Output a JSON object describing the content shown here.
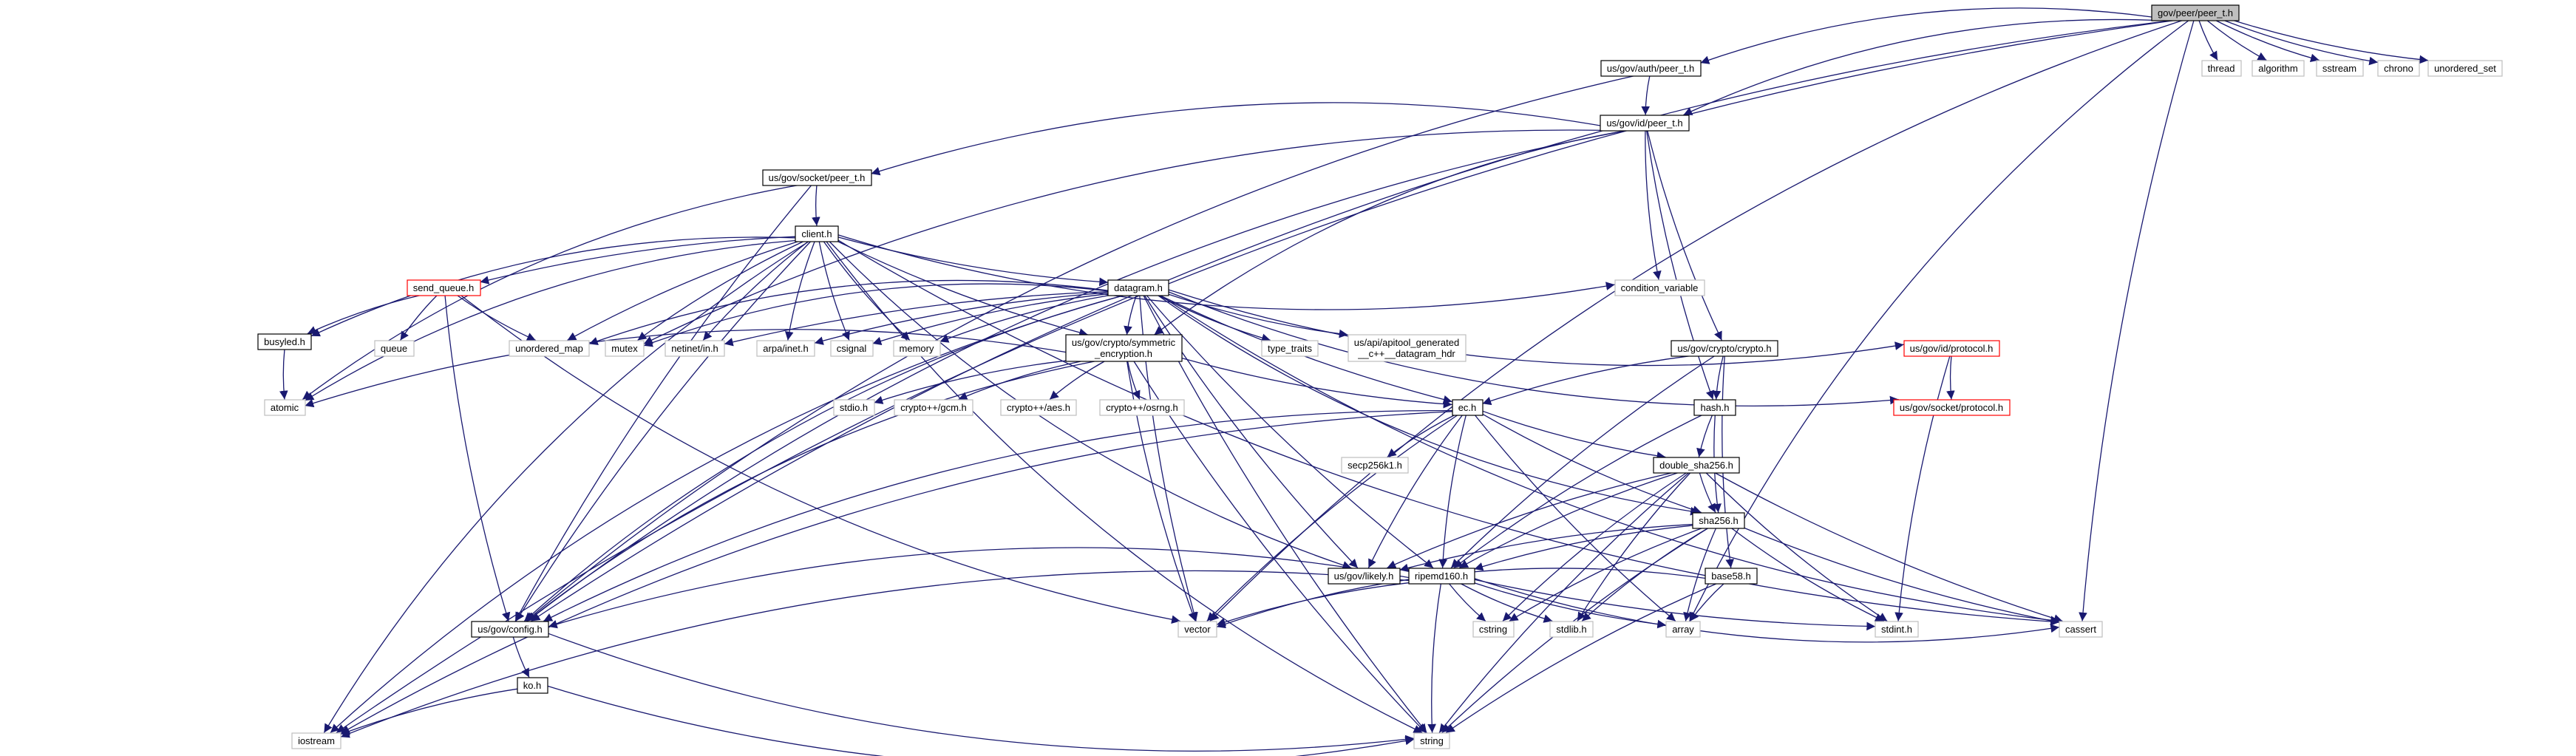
{
  "nodes": {
    "root": {
      "label": "gov/peer/peer_t.h",
      "style": "root"
    },
    "thread": {
      "label": "thread",
      "style": "system"
    },
    "algorithm": {
      "label": "algorithm",
      "style": "system"
    },
    "sstream": {
      "label": "sstream",
      "style": "system"
    },
    "chrono": {
      "label": "chrono",
      "style": "system"
    },
    "unordered_set": {
      "label": "unordered_set",
      "style": "system"
    },
    "auth_peer": {
      "label": "us/gov/auth/peer_t.h",
      "style": "project"
    },
    "id_peer": {
      "label": "us/gov/id/peer_t.h",
      "style": "project"
    },
    "socket_peer": {
      "label": "us/gov/socket/peer_t.h",
      "style": "project"
    },
    "client": {
      "label": "client.h",
      "style": "project"
    },
    "condvar": {
      "label": "condition_variable",
      "style": "system"
    },
    "send_queue": {
      "label": "send_queue.h",
      "style": "truncated"
    },
    "datagram": {
      "label": "datagram.h",
      "style": "project"
    },
    "busyled": {
      "label": "busyled.h",
      "style": "project"
    },
    "queue": {
      "label": "queue",
      "style": "system"
    },
    "unordered_map": {
      "label": "unordered_map",
      "style": "system"
    },
    "mutex": {
      "label": "mutex",
      "style": "system"
    },
    "netinet": {
      "label": "netinet/in.h",
      "style": "system"
    },
    "arpa": {
      "label": "arpa/inet.h",
      "style": "system"
    },
    "csignal": {
      "label": "csignal",
      "style": "system"
    },
    "memory": {
      "label": "memory",
      "style": "system"
    },
    "sym_enc": {
      "label": "us/gov/crypto/symmetric\n_encryption.h",
      "style": "project"
    },
    "type_traits": {
      "label": "type_traits",
      "style": "system"
    },
    "apitool": {
      "label": "us/api/apitool_generated\n__c++__datagram_hdr",
      "style": "system"
    },
    "crypto": {
      "label": "us/gov/crypto/crypto.h",
      "style": "project"
    },
    "id_protocol": {
      "label": "us/gov/id/protocol.h",
      "style": "truncated"
    },
    "sock_protocol": {
      "label": "us/gov/socket/protocol.h",
      "style": "truncated"
    },
    "atomic": {
      "label": "atomic",
      "style": "system"
    },
    "stdio": {
      "label": "stdio.h",
      "style": "system"
    },
    "gcm": {
      "label": "crypto++/gcm.h",
      "style": "system"
    },
    "aes": {
      "label": "crypto++/aes.h",
      "style": "system"
    },
    "osrng": {
      "label": "crypto++/osrng.h",
      "style": "system"
    },
    "ec": {
      "label": "ec.h",
      "style": "project"
    },
    "hash": {
      "label": "hash.h",
      "style": "project"
    },
    "secp": {
      "label": "secp256k1.h",
      "style": "system"
    },
    "dsha": {
      "label": "double_sha256.h",
      "style": "project"
    },
    "sha256": {
      "label": "sha256.h",
      "style": "project"
    },
    "likely": {
      "label": "us/gov/likely.h",
      "style": "project"
    },
    "ripemd": {
      "label": "ripemd160.h",
      "style": "project"
    },
    "base58": {
      "label": "base58.h",
      "style": "project"
    },
    "config": {
      "label": "us/gov/config.h",
      "style": "project"
    },
    "vector": {
      "label": "vector",
      "style": "system"
    },
    "cstring": {
      "label": "cstring",
      "style": "system"
    },
    "stdlib": {
      "label": "stdlib.h",
      "style": "system"
    },
    "array": {
      "label": "array",
      "style": "system"
    },
    "stdint": {
      "label": "stdint.h",
      "style": "system"
    },
    "cassert": {
      "label": "cassert",
      "style": "system"
    },
    "ko": {
      "label": "ko.h",
      "style": "project"
    },
    "iostream": {
      "label": "iostream",
      "style": "system"
    },
    "string": {
      "label": "string",
      "style": "system"
    }
  },
  "edges": [
    [
      "root",
      "thread"
    ],
    [
      "root",
      "algorithm"
    ],
    [
      "root",
      "sstream"
    ],
    [
      "root",
      "chrono"
    ],
    [
      "root",
      "unordered_set"
    ],
    [
      "root",
      "auth_peer"
    ],
    [
      "root",
      "id_peer"
    ],
    [
      "root",
      "cassert"
    ],
    [
      "root",
      "array"
    ],
    [
      "root",
      "config"
    ],
    [
      "root",
      "iostream"
    ],
    [
      "root",
      "vector"
    ],
    [
      "auth_peer",
      "id_peer"
    ],
    [
      "auth_peer",
      "config"
    ],
    [
      "id_peer",
      "socket_peer"
    ],
    [
      "id_peer",
      "condvar"
    ],
    [
      "id_peer",
      "crypto"
    ],
    [
      "id_peer",
      "hash"
    ],
    [
      "id_peer",
      "sym_enc"
    ],
    [
      "id_peer",
      "mutex"
    ],
    [
      "id_peer",
      "config"
    ],
    [
      "socket_peer",
      "client"
    ],
    [
      "socket_peer",
      "atomic"
    ],
    [
      "socket_peer",
      "config"
    ],
    [
      "client",
      "send_queue"
    ],
    [
      "client",
      "datagram"
    ],
    [
      "client",
      "busyled"
    ],
    [
      "client",
      "unordered_map"
    ],
    [
      "client",
      "mutex"
    ],
    [
      "client",
      "netinet"
    ],
    [
      "client",
      "arpa"
    ],
    [
      "client",
      "csignal"
    ],
    [
      "client",
      "memory"
    ],
    [
      "client",
      "sym_enc"
    ],
    [
      "client",
      "condvar"
    ],
    [
      "client",
      "atomic"
    ],
    [
      "client",
      "config"
    ],
    [
      "client",
      "iostream"
    ],
    [
      "client",
      "likely"
    ],
    [
      "client",
      "cassert"
    ],
    [
      "client",
      "string"
    ],
    [
      "send_queue",
      "queue"
    ],
    [
      "send_queue",
      "unordered_map"
    ],
    [
      "send_queue",
      "busyled"
    ],
    [
      "send_queue",
      "config"
    ],
    [
      "send_queue",
      "vector"
    ],
    [
      "busyled",
      "atomic"
    ],
    [
      "datagram",
      "unordered_map"
    ],
    [
      "datagram",
      "mutex"
    ],
    [
      "datagram",
      "netinet"
    ],
    [
      "datagram",
      "arpa"
    ],
    [
      "datagram",
      "csignal"
    ],
    [
      "datagram",
      "memory"
    ],
    [
      "datagram",
      "sym_enc"
    ],
    [
      "datagram",
      "type_traits"
    ],
    [
      "datagram",
      "apitool"
    ],
    [
      "datagram",
      "id_protocol"
    ],
    [
      "datagram",
      "sock_protocol"
    ],
    [
      "datagram",
      "ec"
    ],
    [
      "datagram",
      "sha256"
    ],
    [
      "datagram",
      "ripemd"
    ],
    [
      "datagram",
      "likely"
    ],
    [
      "datagram",
      "vector"
    ],
    [
      "datagram",
      "string"
    ],
    [
      "datagram",
      "config"
    ],
    [
      "datagram",
      "iostream"
    ],
    [
      "datagram",
      "cassert"
    ],
    [
      "sym_enc",
      "atomic"
    ],
    [
      "sym_enc",
      "stdio"
    ],
    [
      "sym_enc",
      "gcm"
    ],
    [
      "sym_enc",
      "aes"
    ],
    [
      "sym_enc",
      "osrng"
    ],
    [
      "sym_enc",
      "ec"
    ],
    [
      "sym_enc",
      "vector"
    ],
    [
      "sym_enc",
      "string"
    ],
    [
      "sym_enc",
      "config"
    ],
    [
      "crypto",
      "ec"
    ],
    [
      "crypto",
      "hash"
    ],
    [
      "crypto",
      "ripemd"
    ],
    [
      "crypto",
      "base58"
    ],
    [
      "id_protocol",
      "sock_protocol"
    ],
    [
      "id_protocol",
      "stdint"
    ],
    [
      "ec",
      "secp"
    ],
    [
      "ec",
      "dsha"
    ],
    [
      "ec",
      "sha256"
    ],
    [
      "ec",
      "ripemd"
    ],
    [
      "ec",
      "likely"
    ],
    [
      "ec",
      "config"
    ],
    [
      "ec",
      "vector"
    ],
    [
      "ec",
      "iostream"
    ],
    [
      "ec",
      "array"
    ],
    [
      "hash",
      "dsha"
    ],
    [
      "hash",
      "sha256"
    ],
    [
      "hash",
      "ripemd"
    ],
    [
      "dsha",
      "sha256"
    ],
    [
      "dsha",
      "ripemd"
    ],
    [
      "dsha",
      "likely"
    ],
    [
      "dsha",
      "cstring"
    ],
    [
      "dsha",
      "stdlib"
    ],
    [
      "dsha",
      "stdint"
    ],
    [
      "dsha",
      "cassert"
    ],
    [
      "dsha",
      "string"
    ],
    [
      "sha256",
      "likely"
    ],
    [
      "sha256",
      "ripemd"
    ],
    [
      "sha256",
      "cstring"
    ],
    [
      "sha256",
      "stdlib"
    ],
    [
      "sha256",
      "array"
    ],
    [
      "sha256",
      "stdint"
    ],
    [
      "sha256",
      "cassert"
    ],
    [
      "sha256",
      "string"
    ],
    [
      "ripemd",
      "config"
    ],
    [
      "ripemd",
      "vector"
    ],
    [
      "ripemd",
      "cstring"
    ],
    [
      "ripemd",
      "stdlib"
    ],
    [
      "ripemd",
      "array"
    ],
    [
      "ripemd",
      "stdint"
    ],
    [
      "ripemd",
      "cassert"
    ],
    [
      "ripemd",
      "string"
    ],
    [
      "ripemd",
      "iostream"
    ],
    [
      "base58",
      "vector"
    ],
    [
      "base58",
      "array"
    ],
    [
      "base58",
      "string"
    ],
    [
      "config",
      "ko"
    ],
    [
      "config",
      "string"
    ],
    [
      "ko",
      "iostream"
    ],
    [
      "ko",
      "string"
    ]
  ]
}
